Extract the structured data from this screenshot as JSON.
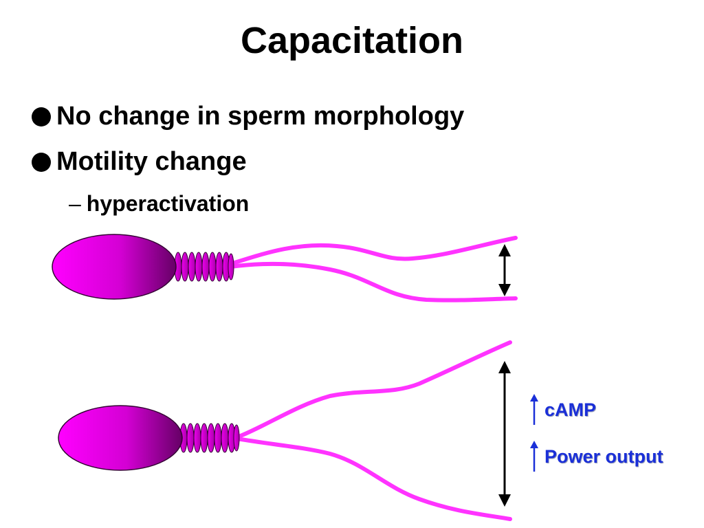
{
  "slide": {
    "title": "Capacitation",
    "bullets": [
      "No change in sperm morphology",
      "Motility change"
    ],
    "sub_bullet": "hyperactivation"
  },
  "labels": [
    {
      "text": "cAMP",
      "icon": "up-arrow-icon"
    },
    {
      "text": "Power output",
      "icon": "up-arrow-icon"
    }
  ],
  "colors": {
    "flagellum": "#ff33ff",
    "head_light": "#ff00ff",
    "head_dark": "#660066",
    "label_text": "#1a2fd8",
    "arrow": "#000000"
  }
}
